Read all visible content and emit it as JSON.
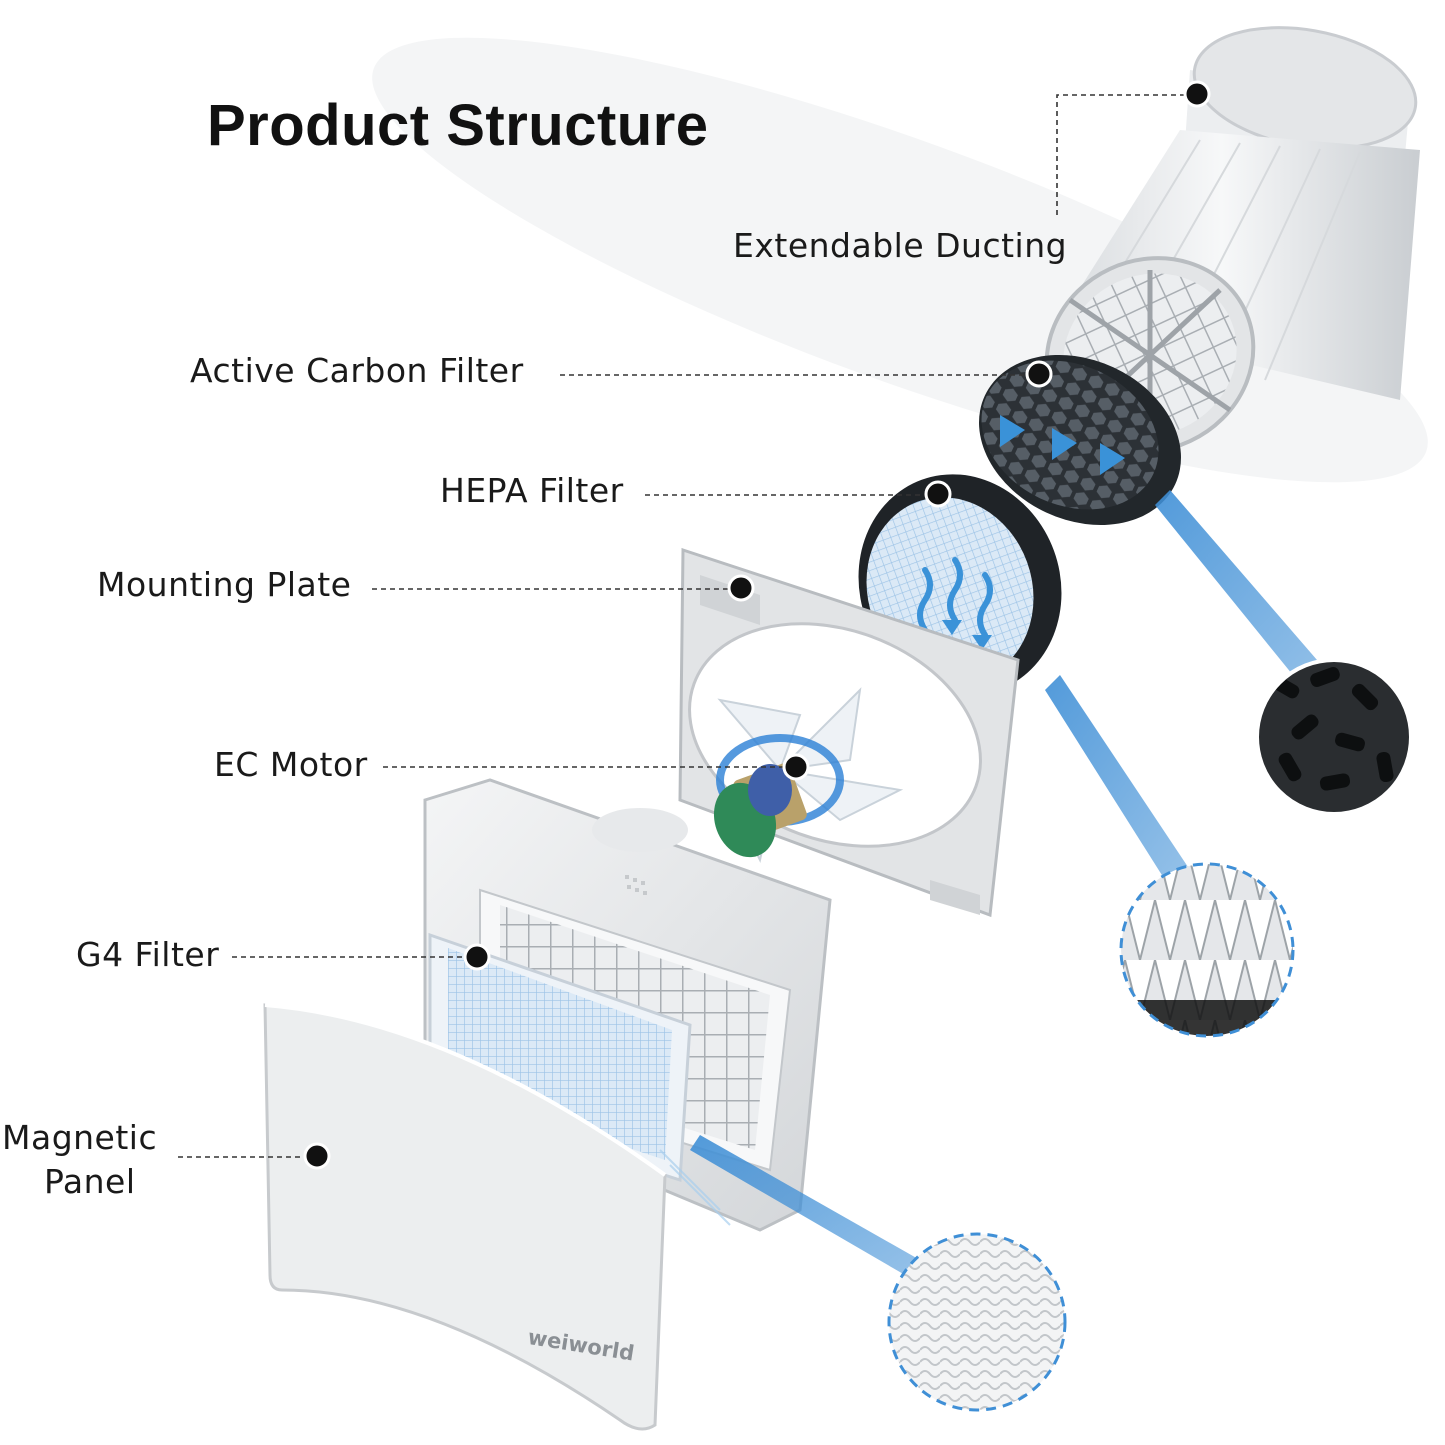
{
  "title": "Product Structure",
  "brand": "weiworld",
  "accent_color": "#3f8fd6",
  "labels": {
    "ducting": "Extendable Ducting",
    "carbon": "Active Carbon Filter",
    "hepa": "HEPA Filter",
    "plate": "Mounting Plate",
    "motor": "EC Motor",
    "g4": "G4 Filter",
    "panel_line1": "Magnetic",
    "panel_line2": "Panel"
  }
}
